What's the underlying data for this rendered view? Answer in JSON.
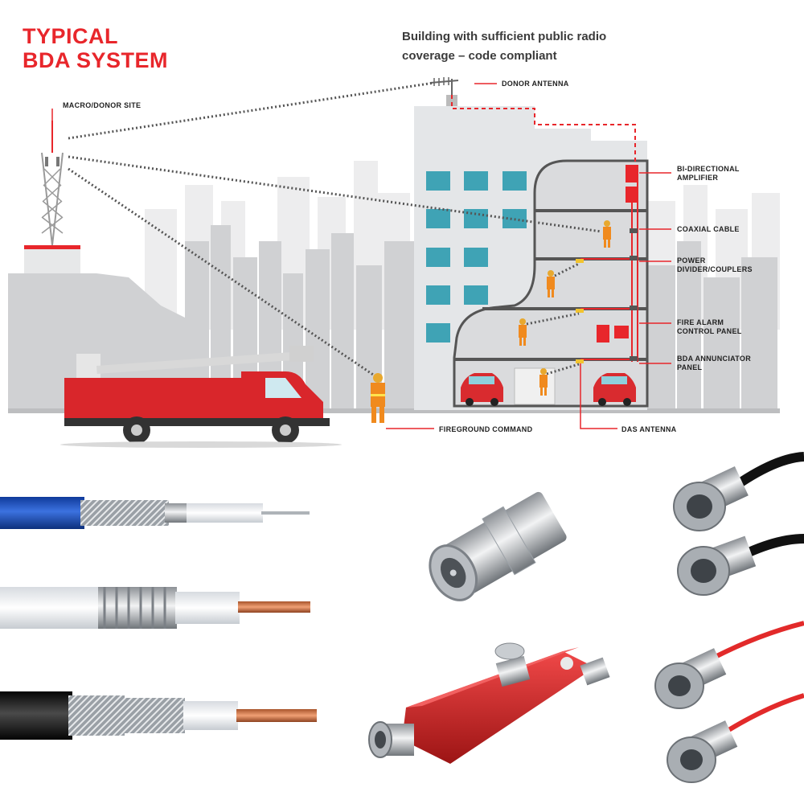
{
  "title": {
    "line1": "TYPICAL",
    "line2": "BDA SYSTEM"
  },
  "subtitle": {
    "line1": "Building with sufficient public radio",
    "line2": "coverage – code compliant"
  },
  "labels": {
    "macro_site": "MACRO/DONOR SITE",
    "donor_antenna": "DONOR ANTENNA",
    "bda_line1": "BI-DIRECTIONAL",
    "bda_line2": "AMPLIFIER",
    "coax": "COAXIAL CABLE",
    "power_line1": "POWER",
    "power_line2": "DIVIDER/COUPLERS",
    "fire_line1": "FIRE ALARM",
    "fire_line2": "CONTROL PANEL",
    "annunciator_line1": "BDA ANNUNCIATOR",
    "annunciator_line2": "PANEL",
    "fireground": "FIREGROUND COMMAND",
    "das": "DAS ANTENNA"
  },
  "colors": {
    "accent": "#e8262b",
    "building": "#e4e6e8",
    "skyline": "#c9cacc",
    "window": "#3fa3b5"
  },
  "icons": [
    "cell-tower",
    "donor-antenna",
    "fire-truck",
    "firefighter",
    "car",
    "coaxial-cable",
    "n-connector",
    "power-divider"
  ]
}
